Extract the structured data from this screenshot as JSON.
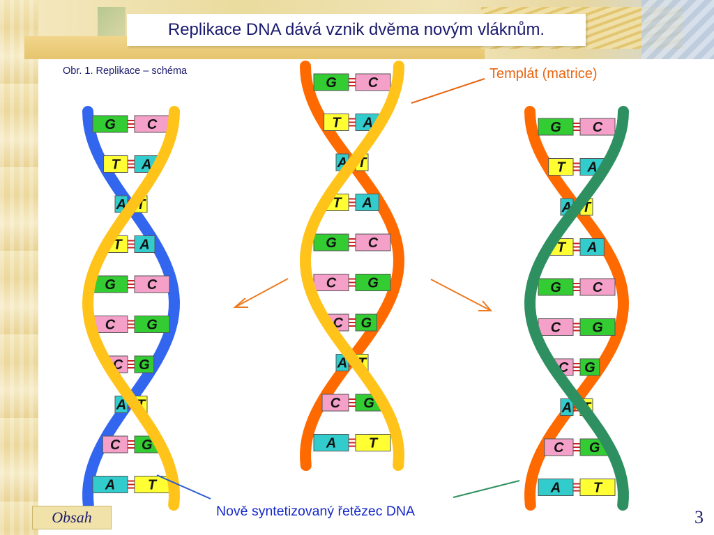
{
  "title": "Replikace DNA dává vznik dvěma novým vláknům.",
  "caption": "Obr. 1. Replikace – schéma",
  "labels": {
    "template": "Templát (matrice)",
    "new_strand": "Nově syntetizovaný řetězec DNA"
  },
  "nav": {
    "obsah": "Obsah"
  },
  "page_number": "3",
  "colors": {
    "title_text": "#1a1a6e",
    "template_label": "#e86410",
    "new_strand_label": "#1428c8",
    "base_G": "#33cc33",
    "base_C": "#f5a0c8",
    "base_T": "#ffff33",
    "base_A": "#33cccc",
    "strand_yellow": "#ffc31a",
    "strand_orange": "#ff6a00",
    "strand_blue": "#3366ee",
    "strand_green": "#2e9060"
  },
  "helices": [
    {
      "name": "left-daughter",
      "strand_a": "strand_yellow",
      "strand_b": "strand_blue",
      "pairs": [
        [
          "G",
          "C"
        ],
        [
          "T",
          "A"
        ],
        [
          "A",
          "T"
        ],
        [
          "T",
          "A"
        ],
        [
          "G",
          "C"
        ],
        [
          "C",
          "G"
        ],
        [
          "C",
          "G"
        ],
        [
          "A",
          "T"
        ],
        [
          "C",
          "G"
        ],
        [
          "A",
          "T"
        ]
      ]
    },
    {
      "name": "parent",
      "strand_a": "strand_yellow",
      "strand_b": "strand_orange",
      "pairs": [
        [
          "G",
          "C"
        ],
        [
          "T",
          "A"
        ],
        [
          "A",
          "T"
        ],
        [
          "T",
          "A"
        ],
        [
          "G",
          "C"
        ],
        [
          "C",
          "G"
        ],
        [
          "C",
          "G"
        ],
        [
          "A",
          "T"
        ],
        [
          "C",
          "G"
        ],
        [
          "A",
          "T"
        ]
      ]
    },
    {
      "name": "right-daughter",
      "strand_a": "strand_green",
      "strand_b": "strand_orange",
      "pairs": [
        [
          "G",
          "C"
        ],
        [
          "T",
          "A"
        ],
        [
          "A",
          "T"
        ],
        [
          "T",
          "A"
        ],
        [
          "G",
          "C"
        ],
        [
          "C",
          "G"
        ],
        [
          "C",
          "G"
        ],
        [
          "A",
          "T"
        ],
        [
          "C",
          "G"
        ],
        [
          "A",
          "T"
        ]
      ]
    }
  ]
}
